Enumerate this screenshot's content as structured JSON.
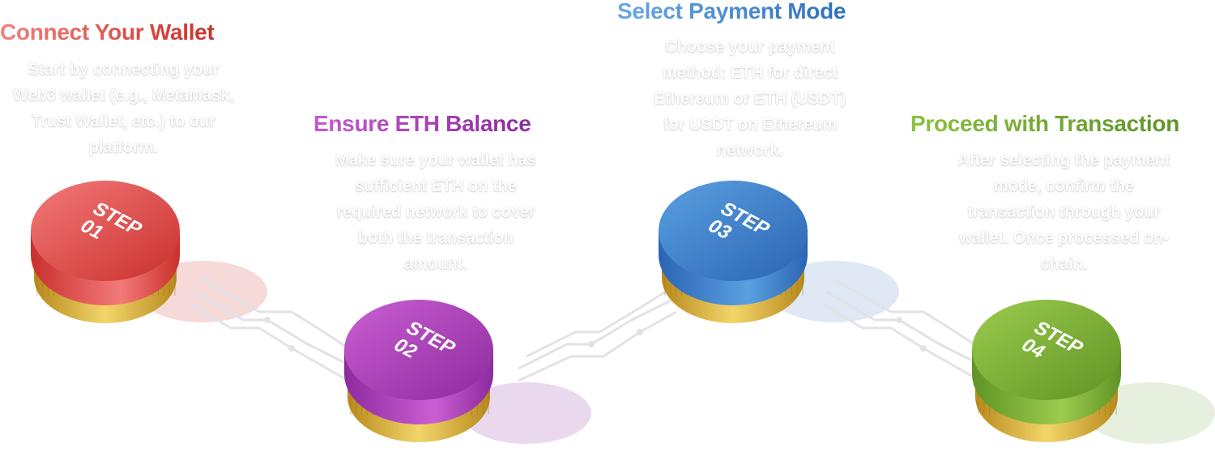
{
  "steps": [
    {
      "title": "Connect Your Wallet",
      "description": "Start by connecting your Web3 wallet (e.g., MetaMask, Trust Wallet, etc.) to our platform.",
      "coin_label": "STEP",
      "coin_number": "01",
      "color_light": "#f37a7a",
      "color_dark": "#c9302c",
      "title_color_start": "#f4807c",
      "title_color_end": "#c8312d"
    },
    {
      "title": "Ensure ETH Balance",
      "description": "Make sure your wallet has sufficient ETH on the required network to cover both the transaction amount.",
      "coin_label": "STEP",
      "coin_number": "02",
      "color_light": "#c95fd2",
      "color_dark": "#8d2a9e",
      "title_color_start": "#c35ad0",
      "title_color_end": "#8e2b9f"
    },
    {
      "title": "Select Payment Mode",
      "description": "Choose your payment method: ETH for direct Ethereum or ETH (USDT) for USDT on Ethereum network.",
      "coin_label": "STEP",
      "coin_number": "03",
      "color_light": "#5aa0e0",
      "color_dark": "#2b64b4",
      "title_color_start": "#6aa8e4",
      "title_color_end": "#2f6fbd"
    },
    {
      "title": "Proceed with Transaction",
      "description": "After selecting the payment mode, confirm the transaction through your wallet. Once processed on-chain.",
      "coin_label": "STEP",
      "coin_number": "04",
      "color_light": "#9ccb4e",
      "color_dark": "#5f9324",
      "title_color_start": "#8cc040",
      "title_color_end": "#5d9427"
    }
  ],
  "colors": {
    "gold_light": "#f2d56a",
    "gold_dark": "#b8891c",
    "circuit": "#e6e6ea"
  }
}
